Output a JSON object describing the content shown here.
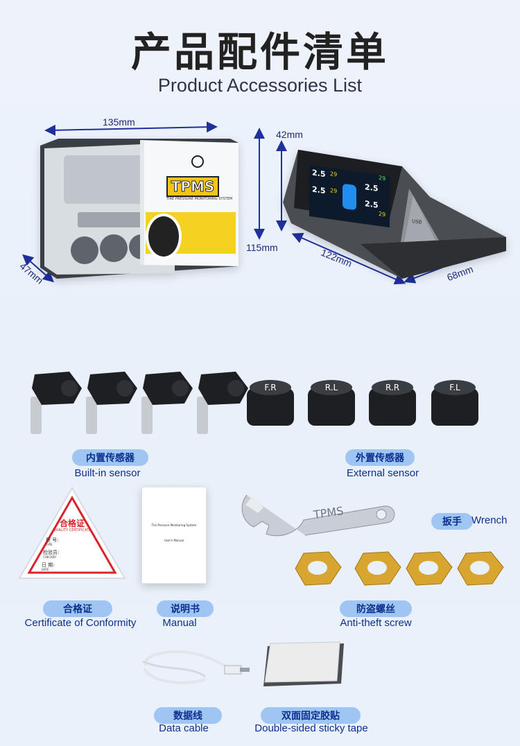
{
  "header": {
    "title_cn": "产品配件清单",
    "title_en": "Product Accessories List"
  },
  "box_dims": {
    "width": "135mm",
    "height": "115mm",
    "depth": "47mm"
  },
  "box_label": {
    "brand": "TPMS",
    "subtitle": "TIRE PRESSURE MONITORING SYSTEM"
  },
  "monitor_dims": {
    "height": "42mm",
    "length": "122mm",
    "depth": "68mm"
  },
  "monitor_display": {
    "readings": [
      "2.5",
      "2.5",
      "2.5",
      "2.5"
    ],
    "temps": [
      "29",
      "29",
      "29",
      "29"
    ],
    "usb": "USB"
  },
  "sensor_caps": [
    "F.R",
    "R.L",
    "R.R",
    "F.L"
  ],
  "wrench_text": "TPMS",
  "items": {
    "builtin": {
      "cn": "内置传感器",
      "en": "Built-in sensor"
    },
    "external": {
      "cn": "外置传感器",
      "en": "External sensor"
    },
    "wrench": {
      "cn": "扳手",
      "en": "Wrench"
    },
    "certificate": {
      "cn": "合格证",
      "en": "Certificate of Conformity"
    },
    "manual": {
      "cn": "说明书",
      "en": "Manual"
    },
    "screw": {
      "cn": "防盗螺丝",
      "en": "Anti-theft screw"
    },
    "cable": {
      "cn": "数据线",
      "en": "Data cable"
    },
    "tape": {
      "cn": "双面固定胶贴",
      "en": "Double-sided sticky tape"
    }
  },
  "certificate_card": {
    "title": "合格证",
    "subtitle": "QUALITY CERTIFICATE",
    "fields": [
      {
        "cn": "型 号:",
        "en": "TYPE"
      },
      {
        "cn": "检验员:",
        "en": "CHECKER"
      },
      {
        "cn": "日 期:",
        "en": "DATE"
      }
    ]
  },
  "manual_card": {
    "line1": "Tire Pressure Monitoring System",
    "line2": "User's Manual"
  },
  "colors": {
    "pill_bg": "#9fc6f3",
    "label_text": "#0d2f8c",
    "dim_arrow": "#1f2f9e"
  }
}
